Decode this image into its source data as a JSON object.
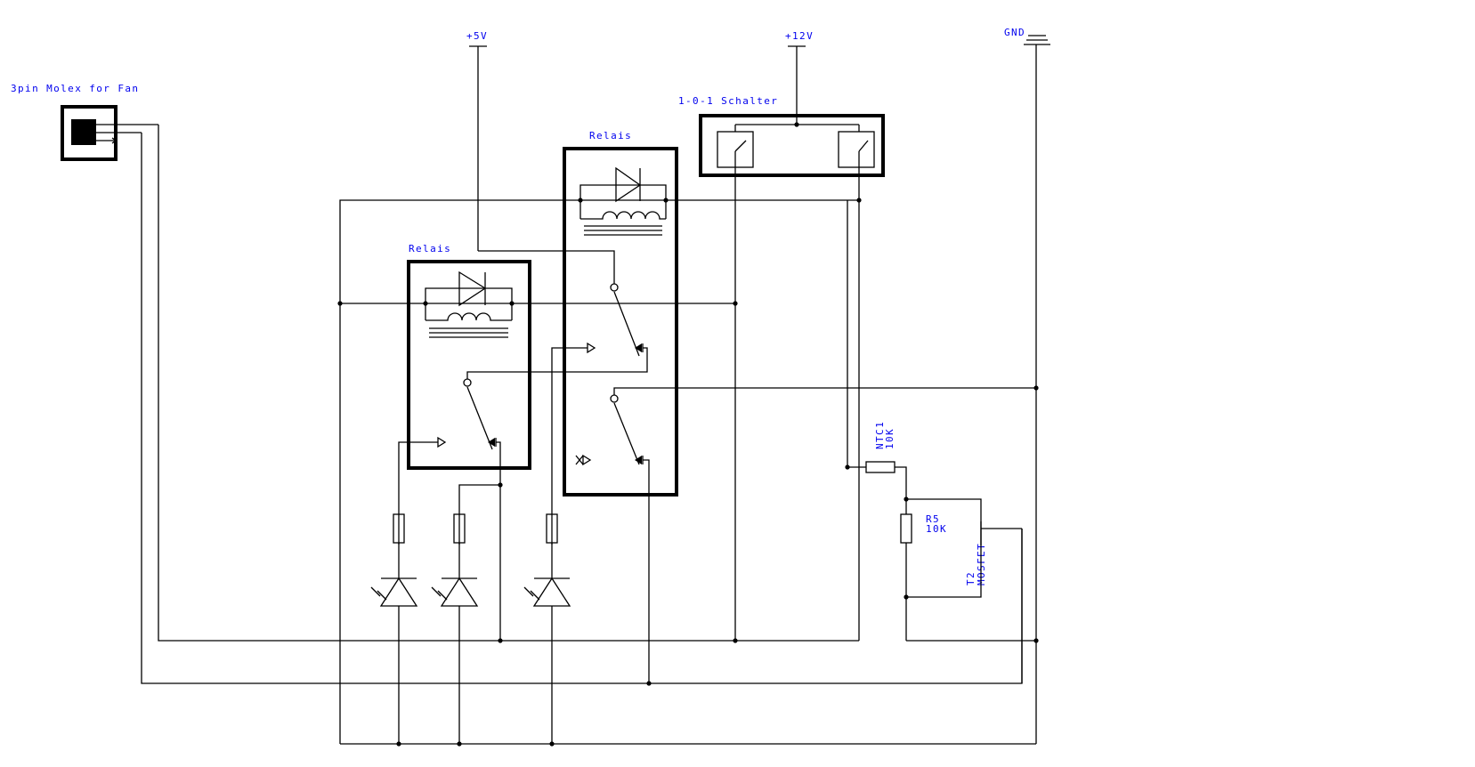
{
  "labels": {
    "molex": "3pin Molex for Fan",
    "plus5": "+5V",
    "plus12": "+12V",
    "gnd": "GND",
    "switch": "1-0-1 Schalter",
    "relay_a": "Relais",
    "relay_b": "Relais",
    "ntc_name": "NTC1",
    "ntc_value": "10K",
    "r5_name": "R5",
    "r5_value": "10K",
    "t2_name": "T2",
    "t2_type": "MOSFET"
  },
  "colors": {
    "label": "#0000ee",
    "line": "#000000",
    "background": "#ffffff"
  }
}
